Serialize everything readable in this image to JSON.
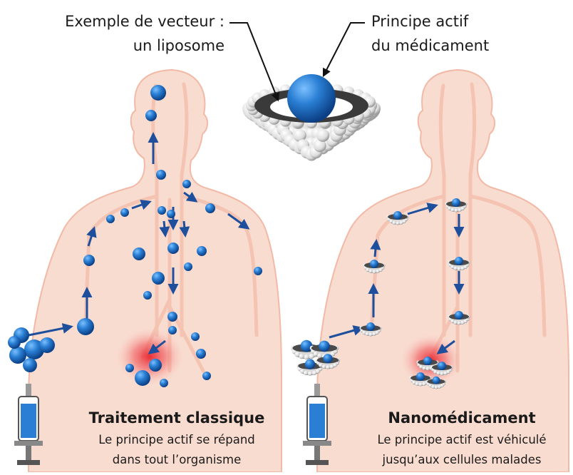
{
  "labels": {
    "vector_line1": "Exemple de vecteur :",
    "vector_line2": "un liposome",
    "active_line1": "Principe actif",
    "active_line2": "du médicament"
  },
  "left": {
    "title": "Traitement classique",
    "line1": "Le principe actif se répand",
    "line2": "dans tout l’organisme"
  },
  "right": {
    "title": "Nanomédicament",
    "line1": "Le principe actif est véhiculé",
    "line2": "jusqu’aux cellules malades"
  },
  "colors": {
    "skin": "#f9dcd0",
    "skin_outline": "#f2b9a6",
    "vessel": "#f4c3b1",
    "drug_blue": "#1f6fc1",
    "arrow": "#1e4f9c",
    "tumor": "#e8242c",
    "liposome": "#e9e9e9"
  }
}
